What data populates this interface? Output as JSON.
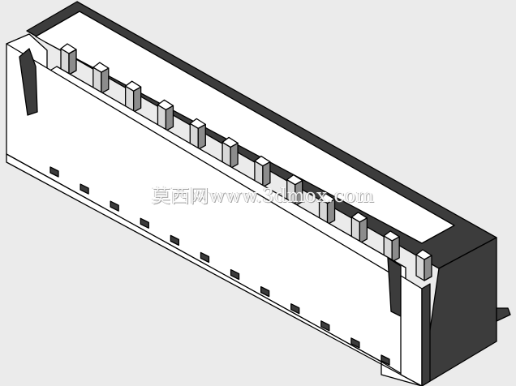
{
  "watermark": {
    "text": "莫西网www.3dmox.com"
  },
  "model": {
    "name": "wire-to-board connector header",
    "pin_count": 12,
    "colors": {
      "background": "#ebebeb",
      "housing_light": "#ffffff",
      "housing_dark": "#3c3c3c",
      "outline": "#000000",
      "pin_face": "#d8d8d8",
      "pin_side": "#8c8c8c"
    }
  }
}
